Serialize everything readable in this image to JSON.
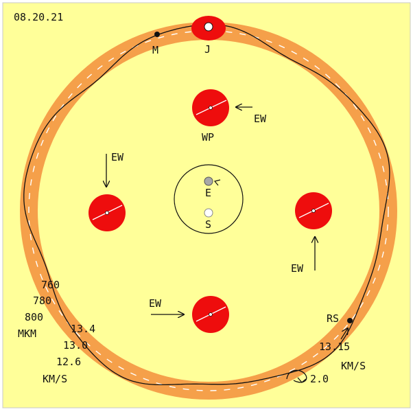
{
  "colors": {
    "background": "#FFFF99",
    "frame_border": "#C8C8C8",
    "belt": "#F5A04A",
    "belt_dash": "#FFFFFF",
    "vortex": "#EE0D0D",
    "wave_line": "#111111",
    "earth": "#A8A8A8",
    "sun": "#FFFFFF"
  },
  "date": "08.20.21",
  "bodies": {
    "m": {
      "label": "M"
    },
    "j": {
      "label": "J"
    },
    "wp": {
      "label": "WP"
    },
    "e": {
      "label": "E"
    },
    "s": {
      "label": "S"
    },
    "rs": {
      "label": "RS"
    }
  },
  "arrows": {
    "top": {
      "label": "EW",
      "direction": "left"
    },
    "left": {
      "label": "EW",
      "direction": "down"
    },
    "right": {
      "label": "EW",
      "direction": "up"
    },
    "bottom": {
      "label": "EW",
      "direction": "right"
    }
  },
  "left_scale": {
    "distances": [
      "760",
      "780",
      "800"
    ],
    "distance_unit": "MKM",
    "speeds": [
      "13.4",
      "13.0",
      "12.6"
    ],
    "speed_unit": "KM/S"
  },
  "right_scale": {
    "speed": "13.15",
    "speed_unit": "KM/S",
    "marker_value": "2.0"
  }
}
